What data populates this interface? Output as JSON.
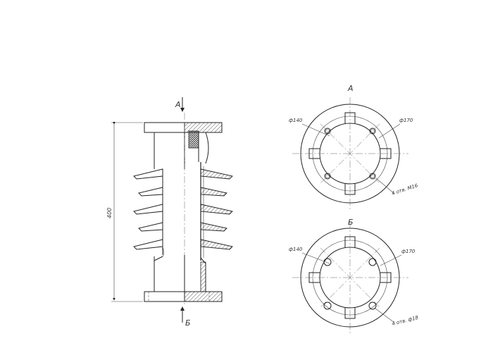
{
  "drawing": {
    "section_a_mark": "А",
    "section_b_mark": "Б",
    "height_dim": "400",
    "view_a": {
      "title": "А",
      "dia_inner": "ф140",
      "dia_outer": "ф170",
      "holes_note": "4 отв. М16"
    },
    "view_b": {
      "title": "Б",
      "dia_inner": "ф140",
      "dia_outer": "ф170",
      "holes_note": "4 отв. ф18"
    }
  }
}
